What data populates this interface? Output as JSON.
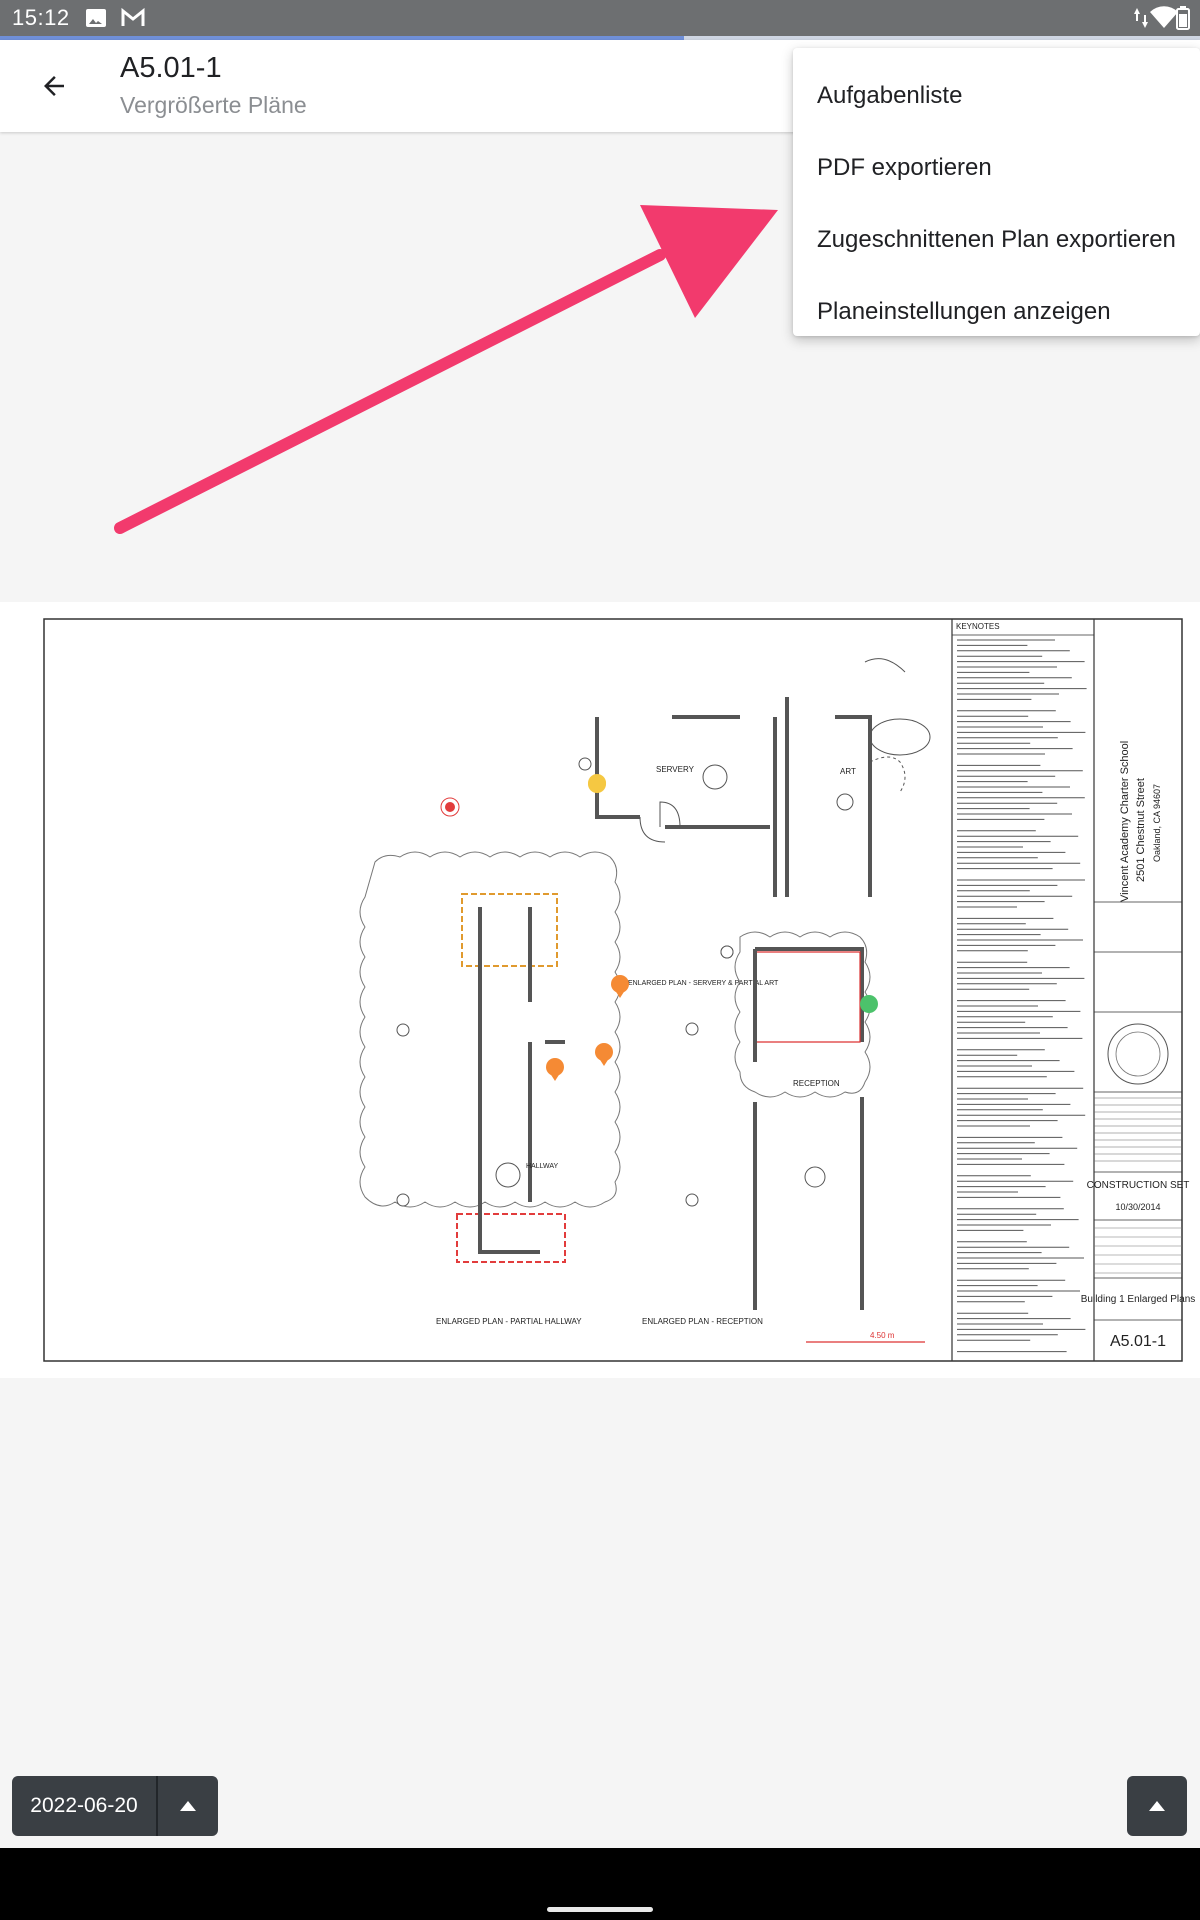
{
  "status_bar": {
    "time": "15:12",
    "left_icons": [
      "image-icon",
      "gmail-icon"
    ],
    "right_icons": [
      "data-arrows-icon",
      "wifi-icon",
      "battery-icon"
    ]
  },
  "loading_progress": 0.57,
  "app_bar": {
    "title": "A5.01-1",
    "subtitle": "Vergrößerte Pläne",
    "back_icon": "arrow-left-icon"
  },
  "menu": {
    "items": [
      {
        "label": "Aufgabenliste"
      },
      {
        "label": "PDF exportieren"
      },
      {
        "label": "Zugeschnittenen Plan exportieren"
      },
      {
        "label": "Planeinstellungen anzeigen"
      }
    ]
  },
  "plan": {
    "keynotes_heading": "KEYNOTES",
    "project_name": "Vincent Academy Charter School",
    "project_street": "2501 Chestnut Street",
    "project_city": "Oakland, CA 94607",
    "set_label": "CONSTRUCTION SET",
    "set_date": "10/30/2014",
    "sheet_title": "Building 1 Enlarged Plans",
    "sheet_number": "A5.01-1",
    "drawing_titles": [
      "ENLARGED PLAN - SERVERY & PARTIAL ART",
      "ENLARGED PLAN - PARTIAL HALLWAY",
      "ENLARGED PLAN - RECEPTION"
    ],
    "room_labels": [
      "SERVERY",
      "ART",
      "RECEPTION",
      "HALLWAY"
    ],
    "dimension_label": "4.50 m"
  },
  "bottom": {
    "date": "2022-06-20",
    "date_arrow_icon": "caret-up-icon",
    "expand_icon": "caret-up-icon"
  },
  "colors": {
    "arrow": "#f23a6d",
    "status_bar": "#6d6f71",
    "chip": "#3a3f44",
    "marker_orange": "#f58a34",
    "marker_yellow": "#f5c842",
    "marker_green": "#4cc26b",
    "marker_red": "#e23c3c"
  }
}
